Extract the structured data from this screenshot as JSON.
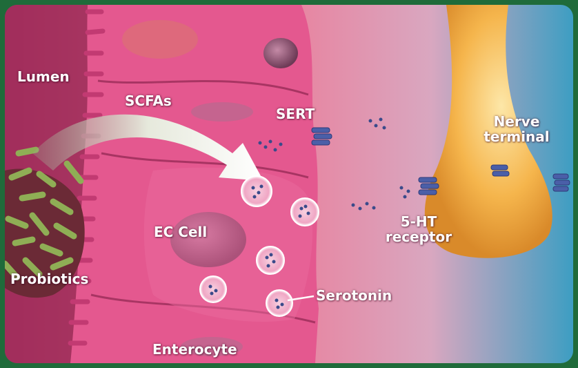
{
  "labels": {
    "lumen": "Lumen",
    "scfas": "SCFAs",
    "sert": "SERT",
    "nerve_terminal": "Nerve\nterminal",
    "ec_cell": "EC Cell",
    "receptor": "5-HT\nreceptor",
    "probiotics": "Probiotics",
    "serotonin": "Serotonin",
    "enterocyte": "Enterocyte"
  },
  "colors": {
    "frame": "#1f6b3a",
    "tissue": "#e4588f",
    "nerve": "#f2b24a",
    "bacteria": "#8fae55",
    "transporter": "#4a5fa8",
    "background_right": "#4aa7c8"
  }
}
